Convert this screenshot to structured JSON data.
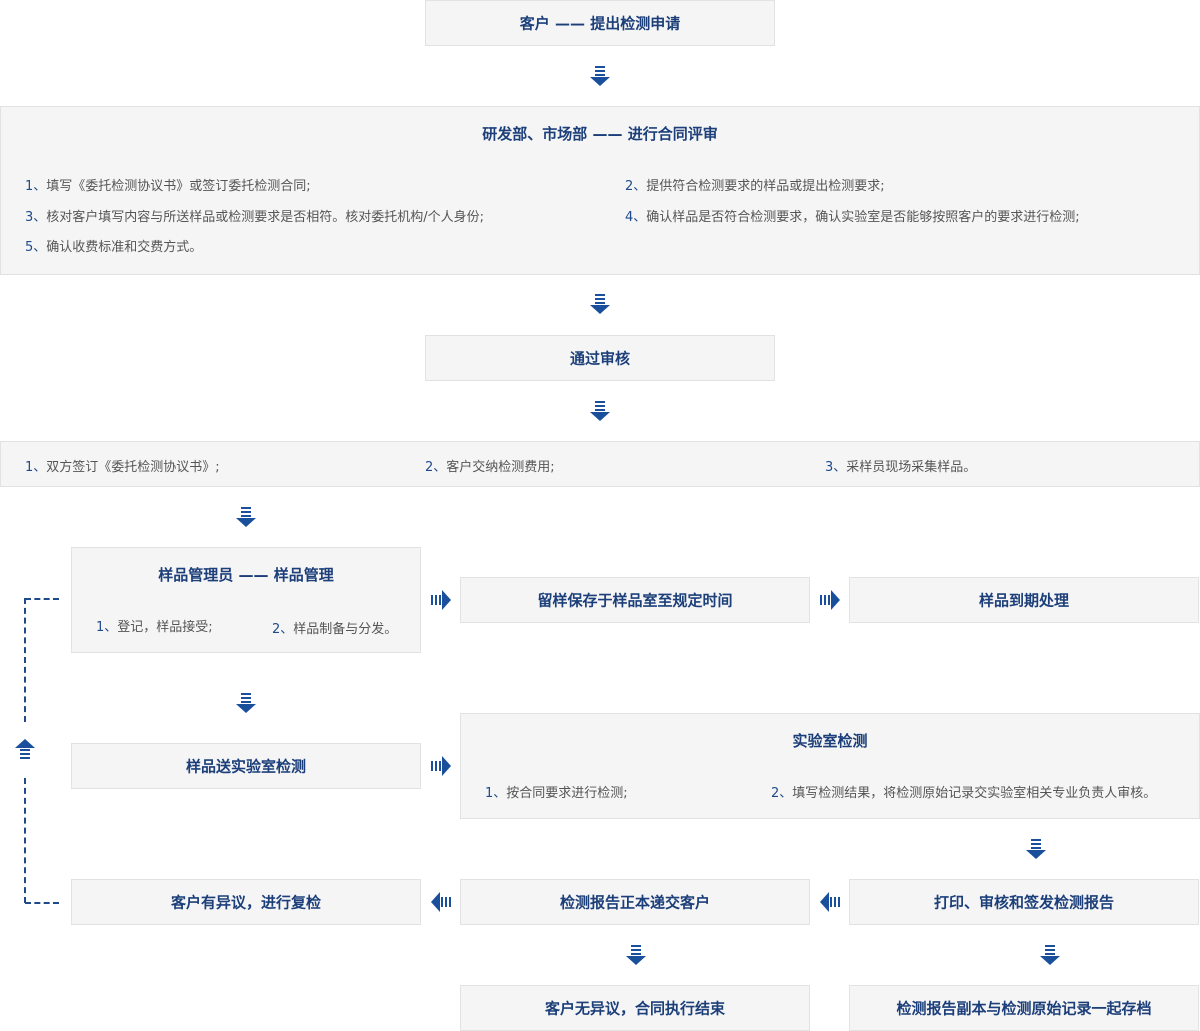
{
  "nodes": {
    "client_apply": "客户 —— 提出检测申请",
    "review": {
      "title": "研发部、市场部 —— 进行合同评审",
      "items": [
        {
          "num": "1、",
          "text": "填写《委托检测协议书》或签订委托检测合同;"
        },
        {
          "num": "2、",
          "text": "提供符合检测要求的样品或提出检测要求;"
        },
        {
          "num": "3、",
          "text": "核对客户填写内容与所送样品或检测要求是否相符。核对委托机构/个人身份;"
        },
        {
          "num": "4、",
          "text": "确认样品是否符合检测要求，确认实验室是否能够按照客户的要求进行检测;"
        },
        {
          "num": "5、",
          "text": "确认收费标准和交费方式。"
        }
      ]
    },
    "approved": "通过审核",
    "sign": {
      "items": [
        {
          "num": "1、",
          "text": "双方签订《委托检测协议书》;"
        },
        {
          "num": "2、",
          "text": "客户交纳检测费用;"
        },
        {
          "num": "3、",
          "text": "采样员现场采集样品。"
        }
      ]
    },
    "sample_admin": {
      "title": "样品管理员 —— 样品管理",
      "items": [
        {
          "num": "1、",
          "text": "登记，样品接受;"
        },
        {
          "num": "2、",
          "text": "样品制备与分发。"
        }
      ]
    },
    "retain": "留样保存于样品室至规定时间",
    "expire": "样品到期处理",
    "send_lab": "样品送实验室检测",
    "lab_test": {
      "title": "实验室检测",
      "items": [
        {
          "num": "1、",
          "text": "按合同要求进行检测;"
        },
        {
          "num": "2、",
          "text": "填写检测结果，将检测原始记录交实验室相关专业负责人审核。"
        }
      ]
    },
    "objection": "客户有异议，进行复检",
    "deliver": "检测报告正本递交客户",
    "print": "打印、审核和签发检测报告",
    "no_objection": "客户无异议，合同执行结束",
    "archive": "检测报告副本与检测原始记录一起存档"
  },
  "colors": {
    "title": "#1c3f7a",
    "number": "#1f4a8a",
    "arrow": "#1a4f9c",
    "box_bg": "#f5f5f6",
    "box_border": "#e2e2e4"
  }
}
